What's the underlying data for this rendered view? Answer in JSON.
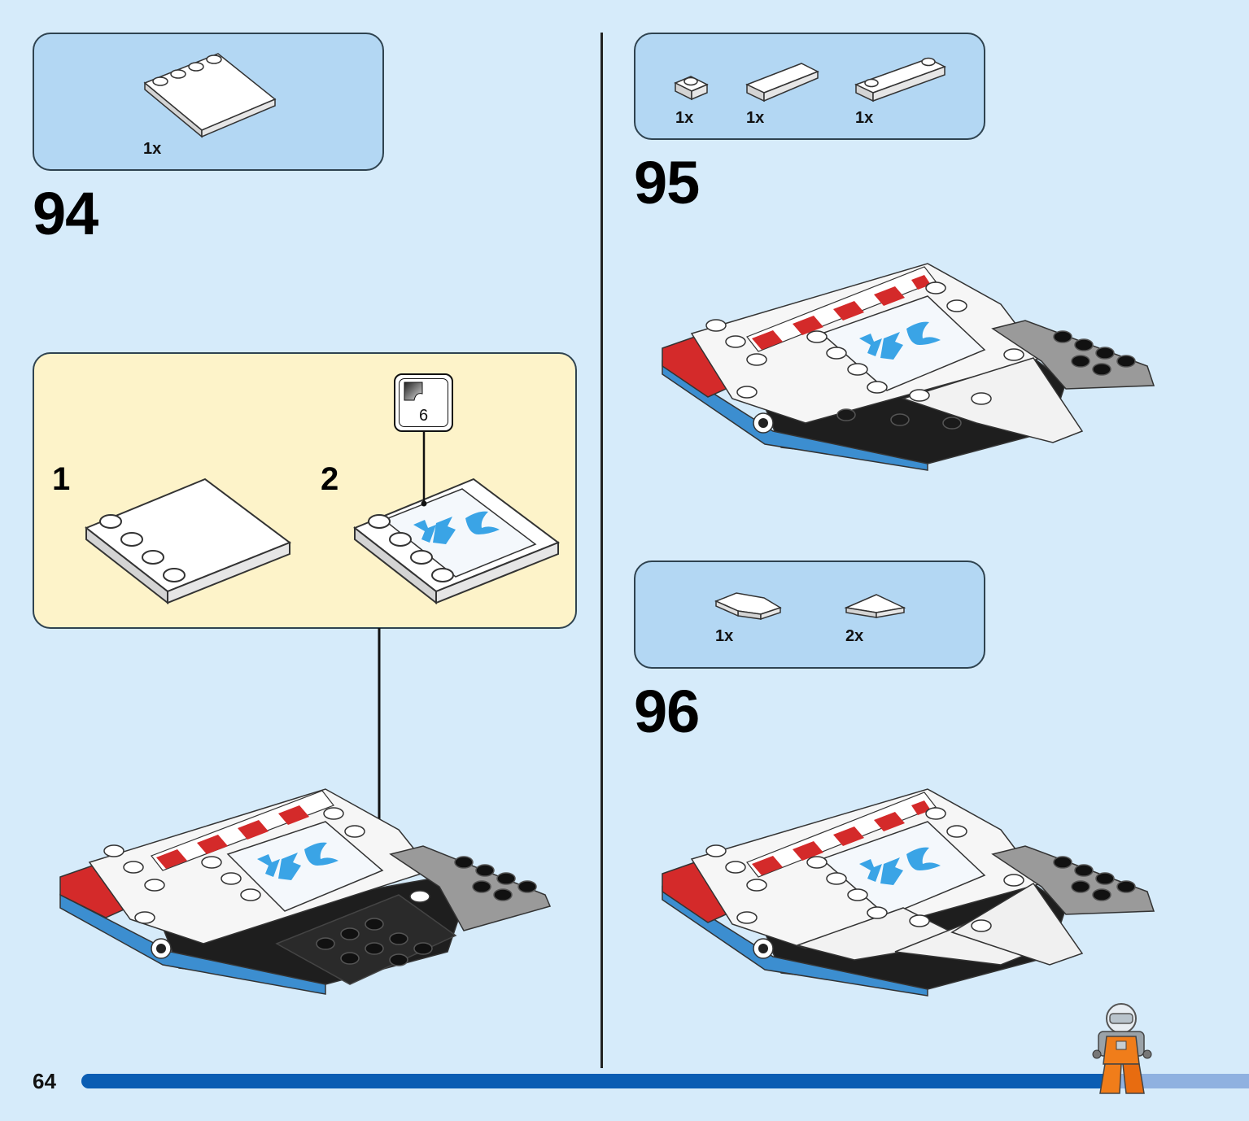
{
  "page_number": "64",
  "progress": 0.88,
  "colors": {
    "background": "#d6ebfa",
    "parts_box": "#b3d7f3",
    "sub_assembly_box": "#fdf3c9",
    "progress_fill": "#0a5db3",
    "progress_track": "#8fb1e0"
  },
  "steps": [
    {
      "number": "94",
      "parts": [
        {
          "qty": "1x",
          "icon": "tile-4x4-with-studs-icon"
        }
      ],
      "sub_assembly": {
        "sub_steps": [
          {
            "number": "1",
            "icon": "white-tile-4x4-icon"
          },
          {
            "number": "2",
            "icon": "tile-with-xl-15-sticker-icon"
          }
        ],
        "sticker": {
          "number": "6",
          "icon": "sticker-sheet-icon"
        }
      },
      "model_icon": "spaceship-model-step-94-icon"
    },
    {
      "number": "95",
      "parts": [
        {
          "qty": "1x",
          "icon": "plate-1x1-icon"
        },
        {
          "qty": "1x",
          "icon": "tile-1x4-icon"
        },
        {
          "qty": "1x",
          "icon": "plate-1x6-with-studs-icon"
        }
      ],
      "model_icon": "spaceship-model-step-95-icon"
    },
    {
      "number": "96",
      "parts": [
        {
          "qty": "1x",
          "icon": "wedge-tile-icon"
        },
        {
          "qty": "2x",
          "icon": "slope-tile-icon"
        }
      ],
      "model_icon": "spaceship-model-step-96-icon"
    }
  ],
  "minifigure_icon": "astronaut-minifigure-icon"
}
